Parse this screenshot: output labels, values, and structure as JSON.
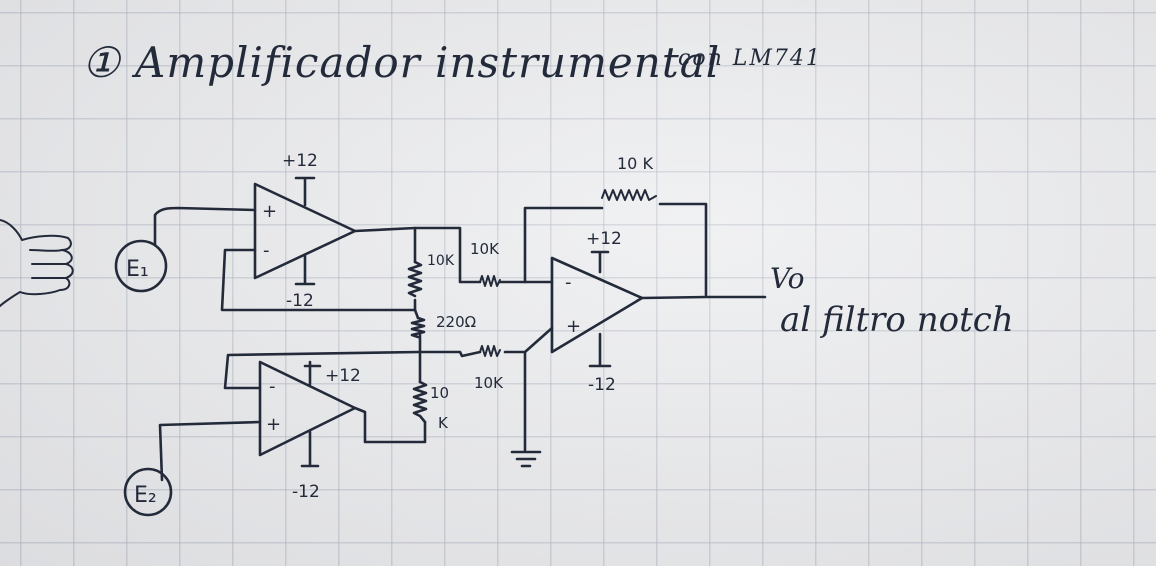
{
  "title": "① Amplificador instrumental",
  "subtitle": "con LM741",
  "labels": {
    "e1": "E₁",
    "e2": "E₂",
    "v_top_plus": "+12",
    "v_top_minus": "-12",
    "v_bot_plus": "+12",
    "v_bot_minus": "-12",
    "v_out_plus": "+12",
    "v_out_minus": "-12",
    "r_feedback": "10 K",
    "r_in_top": "10K",
    "r_in_bottom": "10K",
    "r_top": "10K",
    "r_gain": "220Ω",
    "r_bottom_1": "10",
    "r_bottom_2": "K",
    "plus_sign": "+",
    "minus_sign": "-"
  },
  "output_label": "Vo",
  "output_note": "al filtro notch"
}
